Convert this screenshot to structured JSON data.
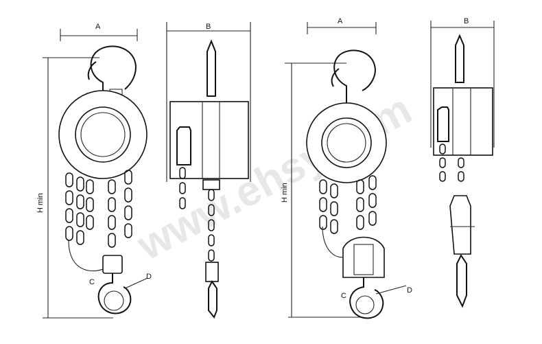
{
  "figure": {
    "views": [
      {
        "id": "hoist1-front",
        "labels": {
          "width": "A",
          "height": "H min",
          "hook_throat": "C",
          "hook_dia": "D"
        }
      },
      {
        "id": "hoist1-side",
        "labels": {
          "width": "B"
        }
      },
      {
        "id": "hoist2-front",
        "labels": {
          "width": "A",
          "height": "H min",
          "hook_throat": "C",
          "hook_dia": "D"
        }
      },
      {
        "id": "hoist2-side",
        "labels": {
          "width": "B"
        }
      }
    ],
    "watermark": "www.ehsy.com"
  }
}
